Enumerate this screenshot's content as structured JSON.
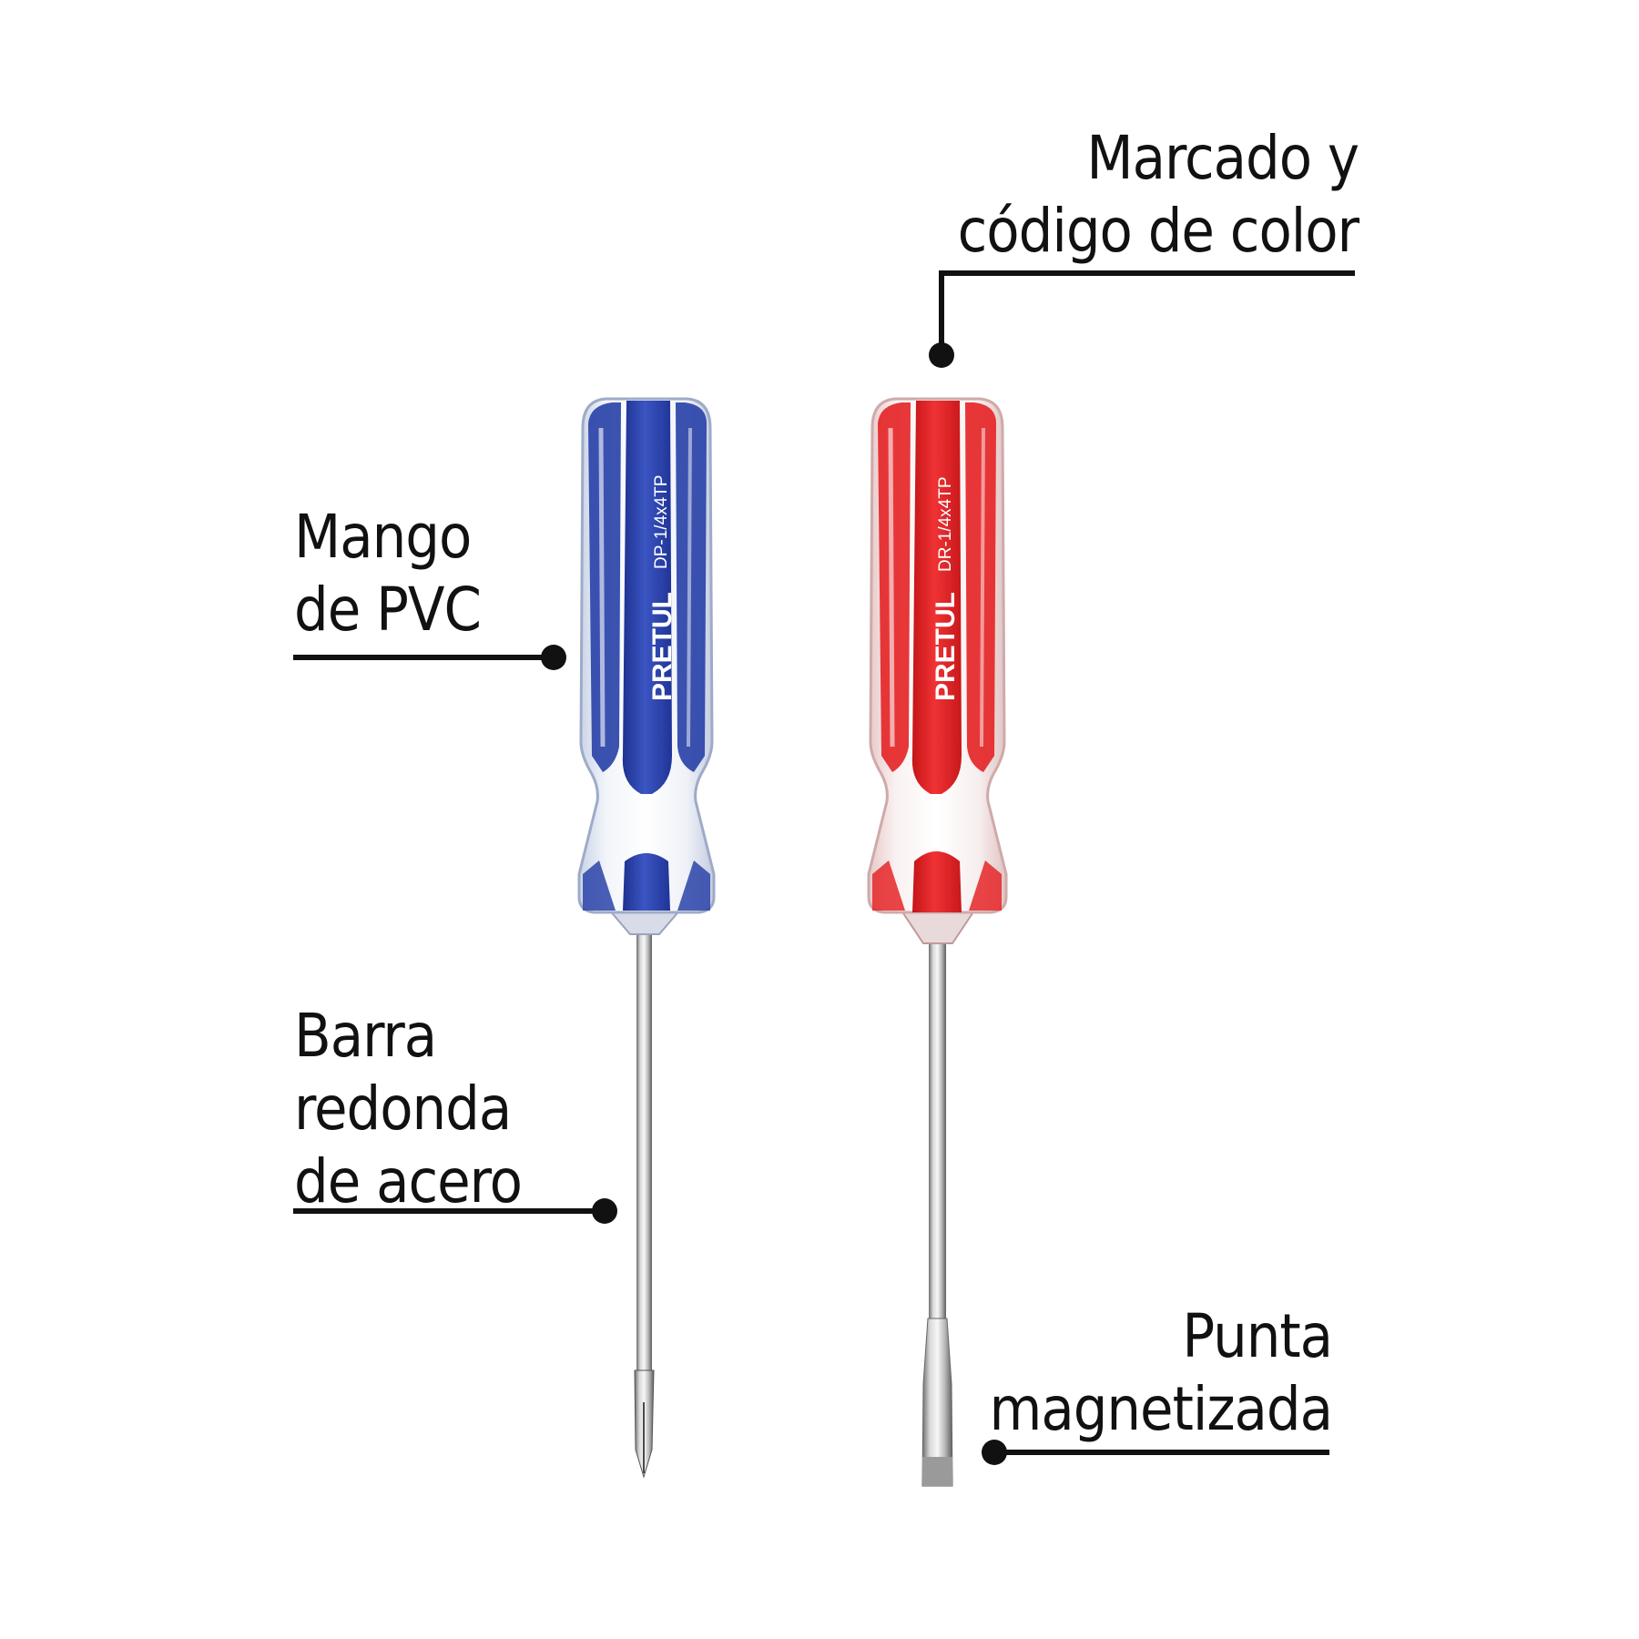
{
  "callouts": {
    "handle": {
      "line1": "Mango",
      "line2": "de PVC"
    },
    "shaft": {
      "line1": "Barra",
      "line2": "redonda",
      "line3": "de acero"
    },
    "marking": {
      "line1": "Marcado y",
      "line2": "código de color"
    },
    "tip": {
      "line1": "Punta",
      "line2": "magnetizada"
    }
  },
  "products": {
    "blue": {
      "brand": "PRETUL",
      "model": "DP-1/4x4TP",
      "tip_type": "phillips"
    },
    "red": {
      "brand": "PRETUL",
      "model": "DR-1/4x4TP",
      "tip_type": "flat"
    }
  },
  "colors": {
    "blue_handle": "#2a43a8",
    "red_handle": "#e52628",
    "leader_line": "#111111",
    "text": "#111111",
    "background": "#ffffff"
  }
}
